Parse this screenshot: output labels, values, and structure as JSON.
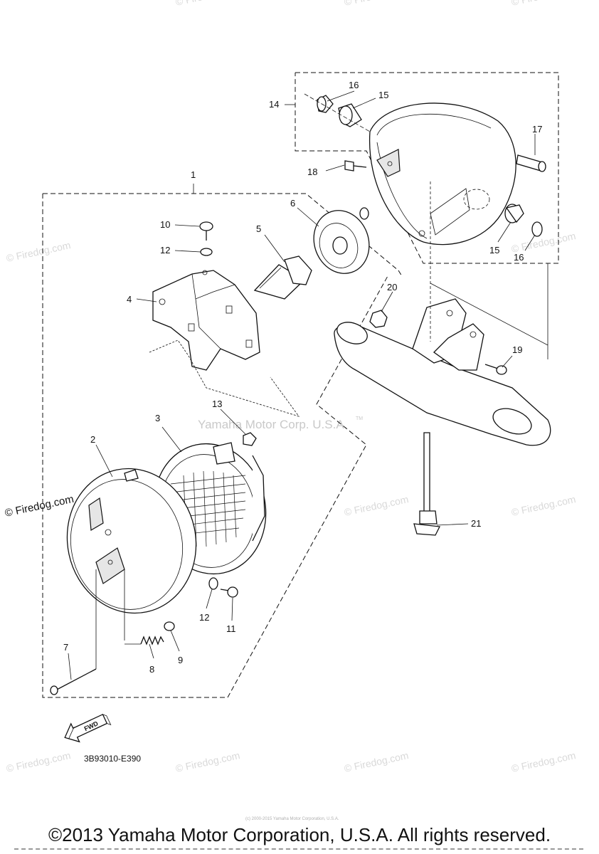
{
  "diagram": {
    "callouts": [
      "1",
      "2",
      "3",
      "4",
      "5",
      "6",
      "7",
      "8",
      "9",
      "10",
      "11",
      "12",
      "13",
      "14",
      "15",
      "16",
      "17",
      "18",
      "19",
      "20",
      "21"
    ],
    "diagram_code": "3B93010-E390",
    "fwd_label": "FWD",
    "center_watermark": "Yamaha Motor Corp. U.S.A.",
    "tm_mark": "TM",
    "watermark": "© Firedog.com",
    "tiny_copyright": "(c) 2000-2015 Yamaha Motor Corporation, U.S.A."
  },
  "footer": {
    "copyright": "©2013 Yamaha Motor Corporation, U.S.A. All rights reserved."
  }
}
